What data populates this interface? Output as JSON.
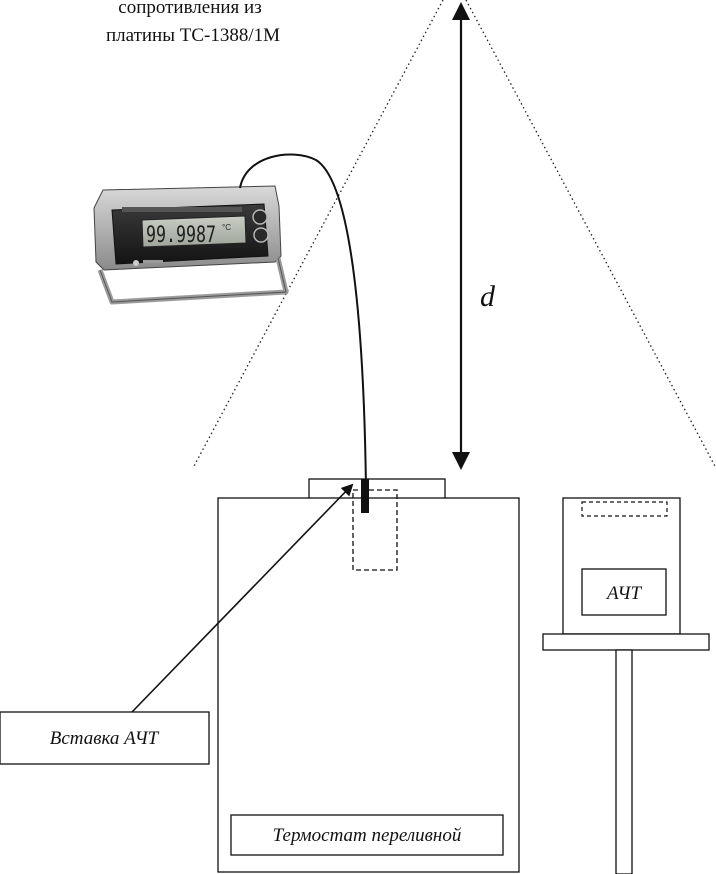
{
  "caption": {
    "line1": "сопротивления из",
    "line2": "платины ТС-1388/1М"
  },
  "dimension_label": "d",
  "labels": {
    "insert": "Вставка АЧТ",
    "thermostat": "Термостат переливной",
    "blackbody": "АЧТ"
  },
  "meter": {
    "display_value": "99.9987",
    "unit": "°C"
  }
}
